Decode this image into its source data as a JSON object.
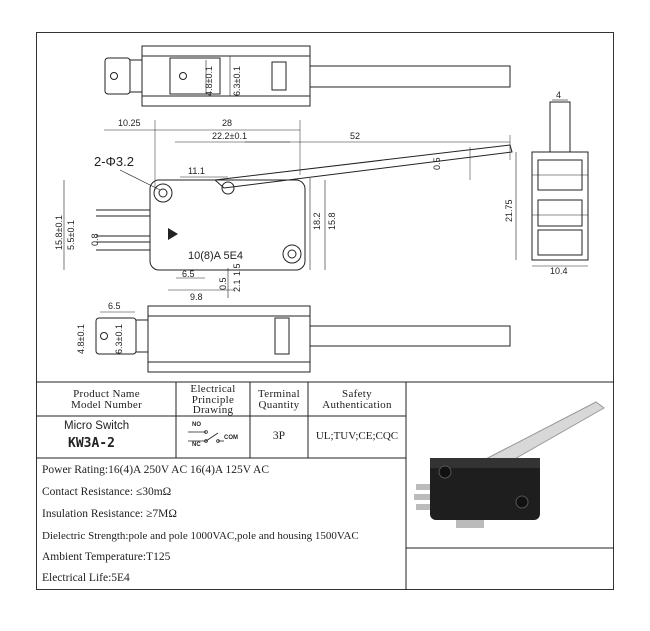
{
  "drawing": {
    "dims": {
      "top_w1": "4.8±0.1",
      "top_w2": "6.3±0.1",
      "d1025": "10.25",
      "d28": "28",
      "d22": "22.2±0.1",
      "d52": "52",
      "holes": "2-Φ3.2",
      "d111": "11.1",
      "d05": "0.5",
      "d2175": "21.75",
      "d4": "4",
      "d158a": "15.8±0.1",
      "d55a": "5.5±0.1",
      "d08": "0.8",
      "d182": "18.2",
      "d158b": "15.8",
      "d65a": "6.5",
      "d98": "9.8",
      "d05b": "0.5",
      "d21": "2.1",
      "d15": "1.5",
      "d104": "10.4",
      "d65b": "6.5",
      "bot_w1": "4.8±0.1",
      "bot_w2": "6.3±0.1"
    },
    "body_marking": "10(8)A  5E4"
  },
  "table": {
    "headers": {
      "product": [
        "Product Name",
        "Model Number"
      ],
      "principle": [
        "Electrical",
        "Principle",
        "Drawing"
      ],
      "terminal": [
        "Terminal",
        "Quantity"
      ],
      "safety": [
        "Safety",
        "Authentication"
      ]
    },
    "product_name": "Micro Switch",
    "model_number": "KW3A-2",
    "schematic": {
      "no": "NO",
      "nc": "NC",
      "com": "COM"
    },
    "terminal_quantity": "3P",
    "safety": "UL;TUV;CE;CQC",
    "specs": [
      "Power Rating:16(4)A 250V AC  16(4)A 125V AC",
      "Contact Resistance: ≤30mΩ",
      "Insulation Resistance: ≥7MΩ",
      "Dielectric Strength:pole and pole 1000VAC,pole and housing 1500VAC",
      "Ambient Temperature:T125",
      "Electrical Life:5E4"
    ]
  }
}
